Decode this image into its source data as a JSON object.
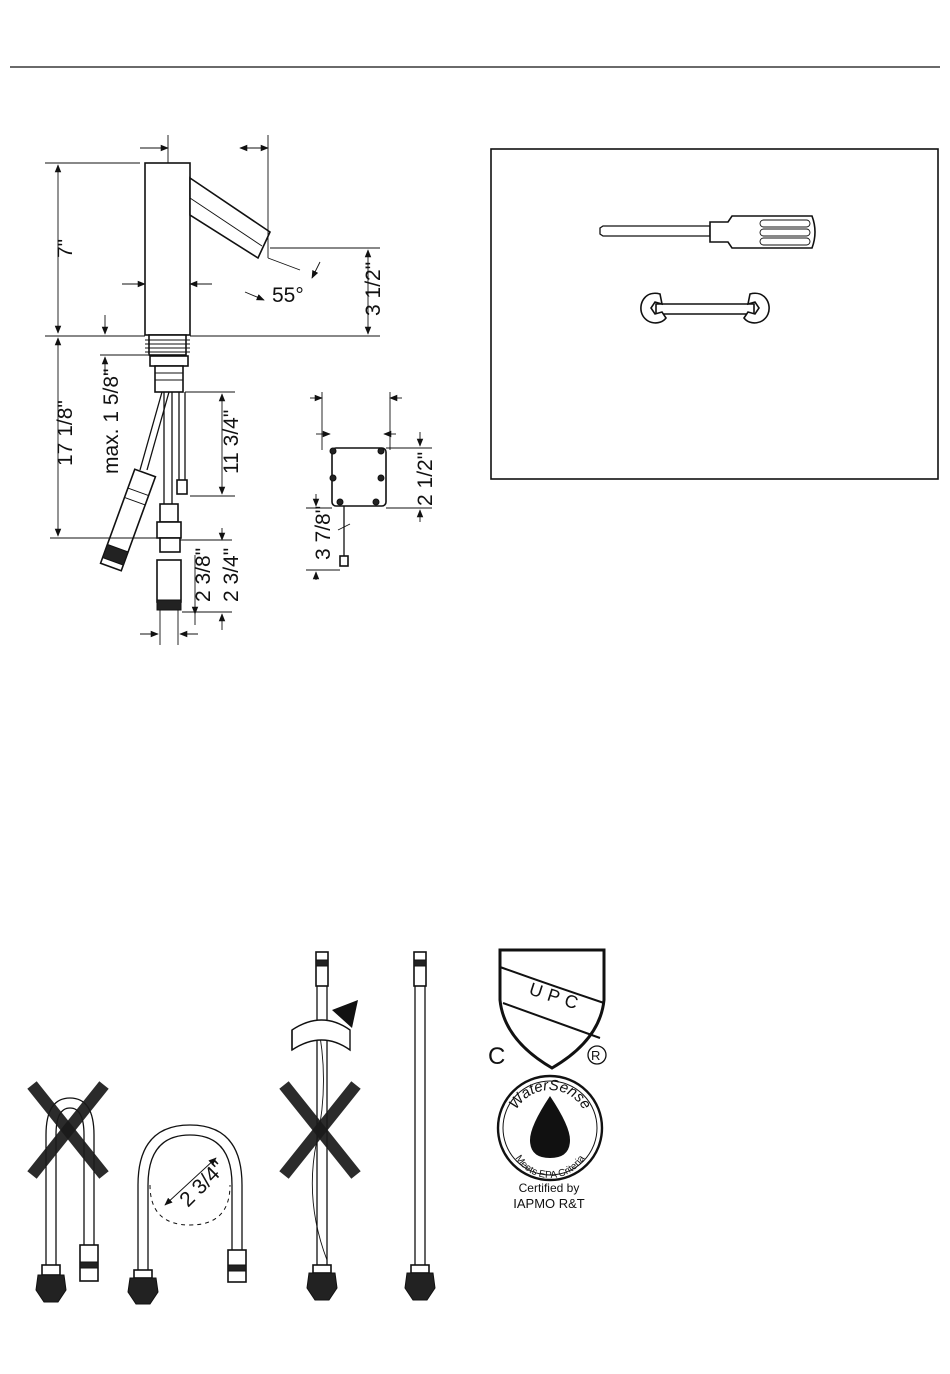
{
  "faucet_dimensions": {
    "height": "7\"",
    "spout_angle": "55°",
    "spout_height": "3 1/2\"",
    "total_length": "17 1/8\"",
    "max_counter": "max. 1 5/8\"",
    "shank_length": "11 3/4\""
  },
  "filter_dimensions": {
    "length_a": "2 3/8\"",
    "length_b": "2 3/4\""
  },
  "control_box": {
    "height": "2 1/2\"",
    "cable": "3 7/8\""
  },
  "tools": {
    "items": [
      "screwdriver-icon",
      "wrench-icon"
    ]
  },
  "hose_bend": {
    "min_radius": "2 3/4\""
  },
  "certification": {
    "upc": "UPC",
    "c_mark": "C",
    "registered": "®",
    "watersense_top": "WaterSense",
    "watersense_bottom": "Meets EPA Criteria",
    "certified_by": "Certified by",
    "certifier": "IAPMO R&T"
  },
  "colors": {
    "line": "#111111",
    "background": "#ffffff",
    "x_mark": "#1a1a1a"
  }
}
